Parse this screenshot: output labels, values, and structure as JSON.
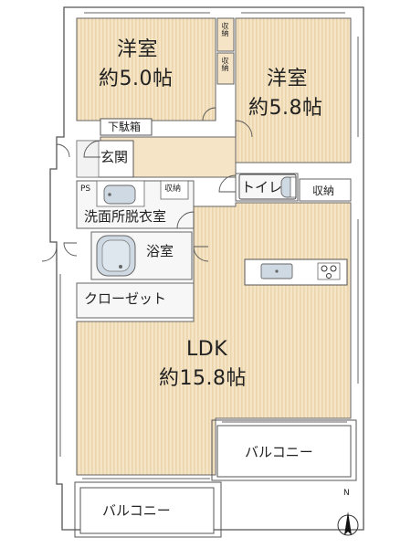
{
  "colors": {
    "floor": "#f6e4c6",
    "floor_stripe": "#ead2a8",
    "wall": "#ffffff",
    "wall_outline": "#555555",
    "fixture": "#cfd9e3",
    "window_line": "#666666"
  },
  "rooms": {
    "western_room_1": {
      "name": "洋室",
      "area": "約5.0帖"
    },
    "western_room_2": {
      "name": "洋室",
      "area": "約5.8帖"
    },
    "ldk": {
      "name": "LDK",
      "area": "約15.8帖"
    }
  },
  "labels": {
    "storage_a": "収納",
    "storage_b": "収納",
    "shoe_box": "下駄箱",
    "entrance": "玄関",
    "ps": "PS",
    "storage_c": "収納",
    "toilet": "トイレ",
    "storage_d": "収納",
    "washroom": "洗面所脱衣室",
    "bathroom": "浴室",
    "closet": "クローゼット",
    "balcony_right": "バルコニー",
    "balcony_bottom": "バルコニー",
    "north": "N"
  },
  "icons": [
    "north-arrow-icon",
    "sink-icon",
    "bathtub-icon",
    "toilet-icon",
    "stove-icon",
    "kitchen-sink-icon",
    "door-swing-icon"
  ]
}
